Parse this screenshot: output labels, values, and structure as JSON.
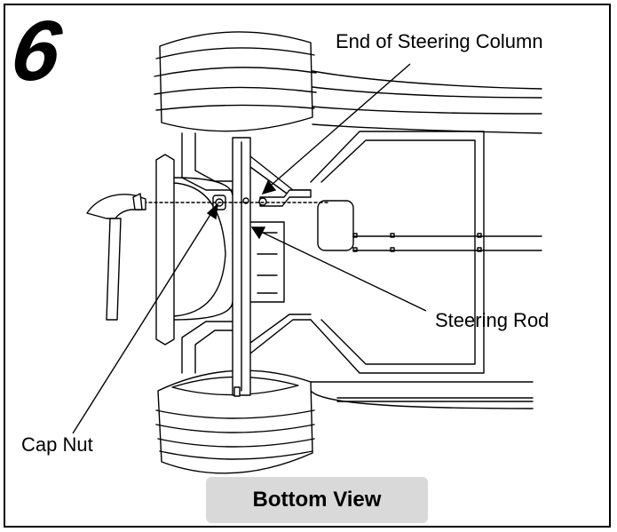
{
  "step": {
    "number": "6"
  },
  "callouts": {
    "end_of_steering_column": "End of Steering Column",
    "steering_rod": "Steering Rod",
    "cap_nut": "Cap Nut"
  },
  "view_badge": {
    "label": "Bottom View"
  },
  "icons": {
    "hammer": "hammer-icon"
  },
  "colors": {
    "outline": "#000000",
    "badge_background": "#d9d9d9",
    "background": "#ffffff"
  }
}
